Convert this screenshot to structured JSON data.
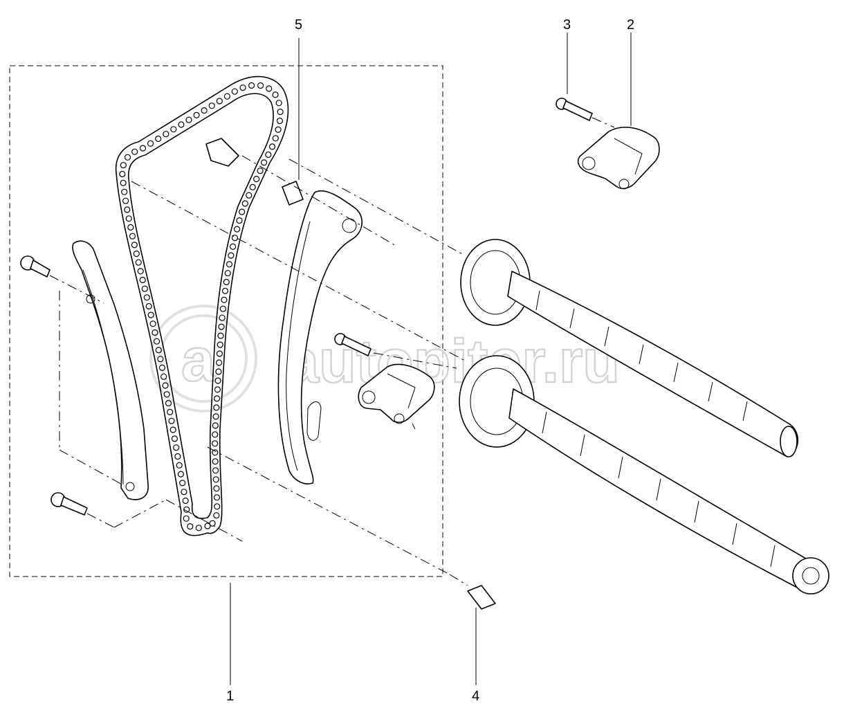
{
  "diagram": {
    "callouts": {
      "c1": "1",
      "c2": "2",
      "c3": "3",
      "c4": "4",
      "c5": "5"
    },
    "watermark": {
      "text": "autopiter.ru",
      "logo_letter": "a"
    }
  }
}
